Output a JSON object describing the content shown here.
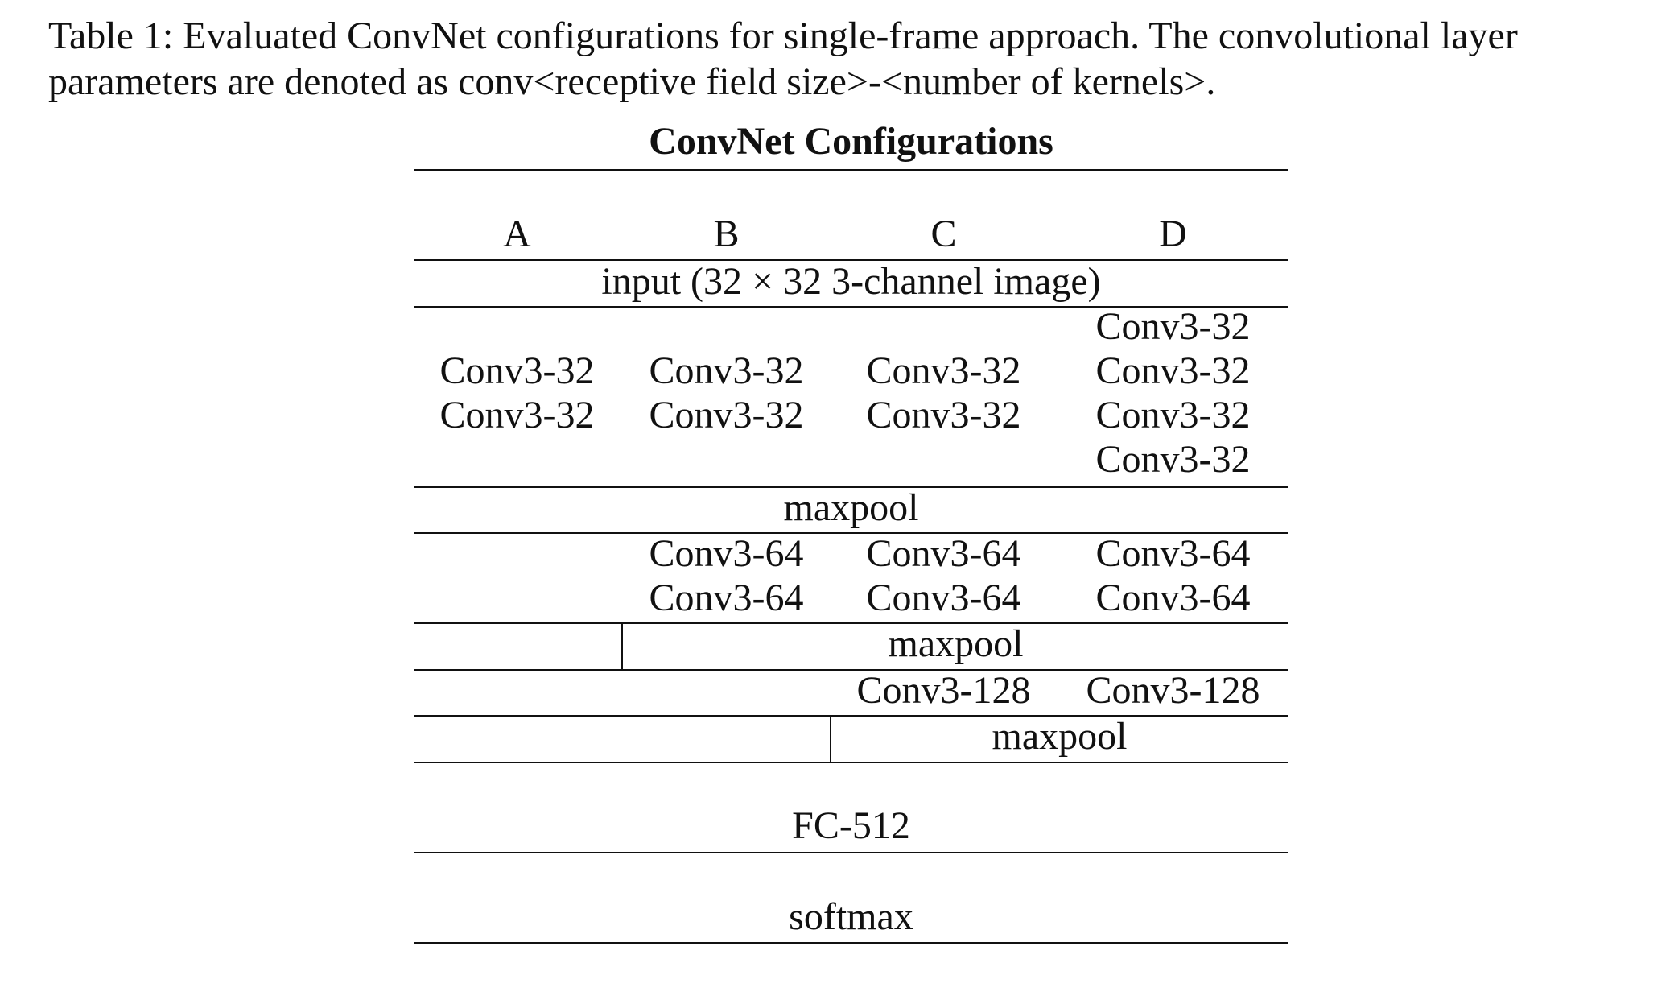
{
  "caption": {
    "line1": "Table 1: Evaluated ConvNet configurations for single-frame approach. The convolutional layer",
    "line2": "parameters are denoted as conv<receptive field size>-<number of kernels>."
  },
  "table": {
    "title": "ConvNet Configurations",
    "columns": [
      "A",
      "B",
      "C",
      "D"
    ],
    "input_row": "input (32 × 32 3-channel image)",
    "block1": {
      "A": [
        "Conv3-32",
        "Conv3-32"
      ],
      "B": [
        "Conv3-32",
        "Conv3-32"
      ],
      "C": [
        "Conv3-32",
        "Conv3-32"
      ],
      "D": [
        "Conv3-32",
        "Conv3-32",
        "Conv3-32",
        "Conv3-32"
      ]
    },
    "maxpool1": "maxpool",
    "block2": {
      "B": [
        "Conv3-64",
        "Conv3-64"
      ],
      "C": [
        "Conv3-64",
        "Conv3-64"
      ],
      "D": [
        "Conv3-64",
        "Conv3-64"
      ]
    },
    "maxpool2": "maxpool",
    "block3": {
      "C": "Conv3-128",
      "D": "Conv3-128"
    },
    "maxpool3": "maxpool",
    "fc": "FC-512",
    "softmax": "softmax"
  }
}
